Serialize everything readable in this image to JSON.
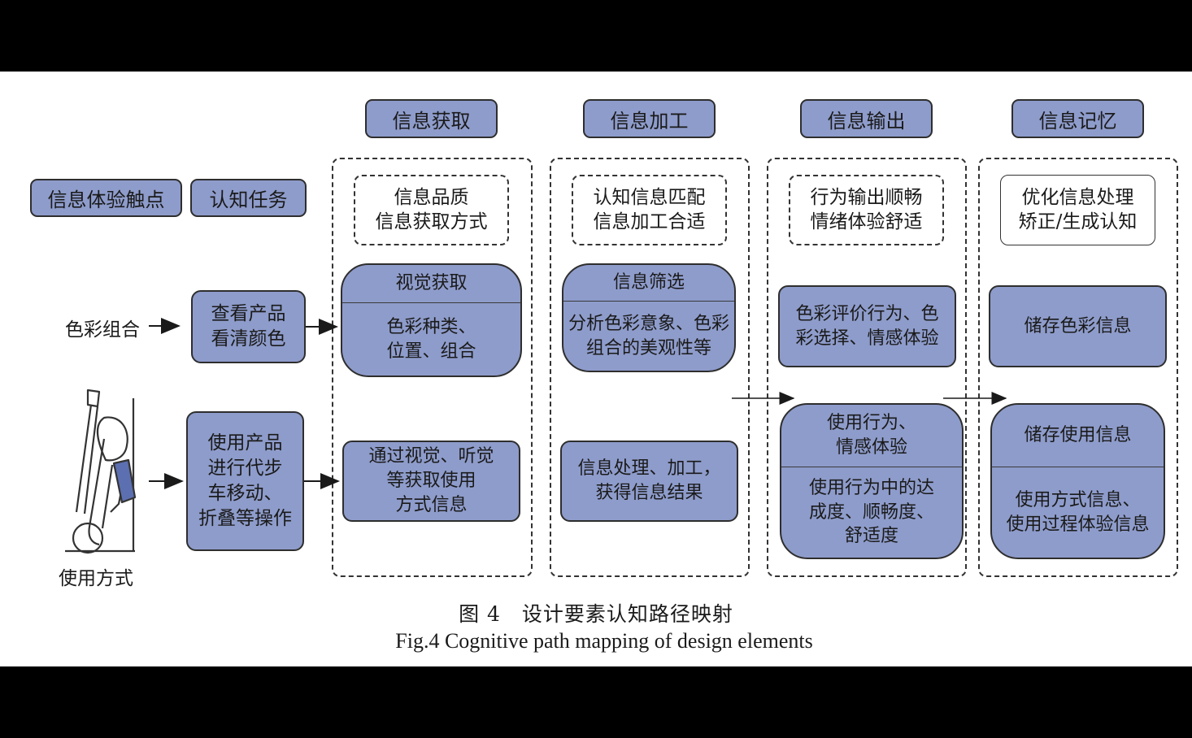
{
  "headers": [
    "信息获取",
    "信息加工",
    "信息输出",
    "信息记忆"
  ],
  "left_headers": [
    "信息体验触点",
    "认知任务"
  ],
  "row_labels": {
    "color": "色彩组合",
    "usage": "使用方式"
  },
  "tasks": {
    "color": [
      "查看产品",
      "看清颜色"
    ],
    "usage": [
      "使用产品",
      "进行代步",
      "车移动、",
      "折叠等操作"
    ]
  },
  "notes": [
    [
      "信息品质",
      "信息获取方式"
    ],
    [
      "认知信息匹配",
      "信息加工合适"
    ],
    [
      "行为输出顺畅",
      "情绪体验舒适"
    ],
    [
      "优化信息处理",
      "矫正/生成认知"
    ]
  ],
  "acquire": {
    "color_title": "视觉获取",
    "color_body": [
      "色彩种类、",
      "位置、组合"
    ],
    "usage_body": [
      "通过视觉、听觉",
      "等获取使用",
      "方式信息"
    ]
  },
  "process": {
    "color_title": "信息筛选",
    "color_body": [
      "分析色彩意象、色彩",
      "组合的美观性等"
    ],
    "usage_body": [
      "信息处理、加工，",
      "获得信息结果"
    ]
  },
  "output": {
    "color_body": [
      "色彩评价行为、色",
      "彩选择、情感体验"
    ],
    "usage_title": [
      "使用行为、",
      "情感体验"
    ],
    "usage_body": [
      "使用行为中的达",
      "成度、顺畅度、",
      "舒适度"
    ]
  },
  "memory": {
    "color_body": [
      "储存色彩信息"
    ],
    "usage_title": [
      "储存使用信息"
    ],
    "usage_body": [
      "使用方式信息、",
      "使用过程体验信息"
    ]
  },
  "caption": {
    "cn": "图 4　设计要素认知路径映射",
    "en": "Fig.4 Cognitive path mapping of design elements"
  },
  "colors": {
    "fill": "#8e9ccb",
    "stroke": "#2e2e2e",
    "background": "#ffffff",
    "letterbox": "#000000"
  },
  "icons": [
    "folding-scooter-icon",
    "arrow-right-icon"
  ]
}
